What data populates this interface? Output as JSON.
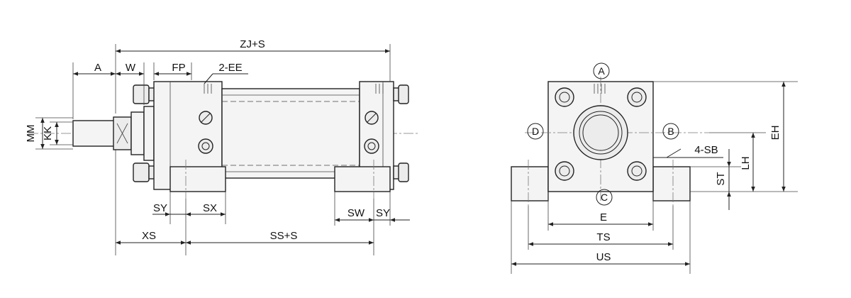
{
  "side_view": {
    "labels": {
      "zj_s": "ZJ+S",
      "a": "A",
      "w": "W",
      "fp": "FP",
      "ee": "2-EE",
      "mm": "MM",
      "kk": "KK",
      "sy_left": "SY",
      "sx": "SX",
      "xs": "XS",
      "ss_s": "SS+S",
      "sw": "SW",
      "sy_right": "SY"
    }
  },
  "end_view": {
    "ports": {
      "a": "A",
      "b": "B",
      "c": "C",
      "d": "D"
    },
    "labels": {
      "sb": "4-SB",
      "eh": "EH",
      "lh": "LH",
      "st": "ST",
      "e": "E",
      "ts": "TS",
      "us": "US"
    }
  },
  "colors": {
    "line": "#222222",
    "fill": "#f4f4f4"
  }
}
